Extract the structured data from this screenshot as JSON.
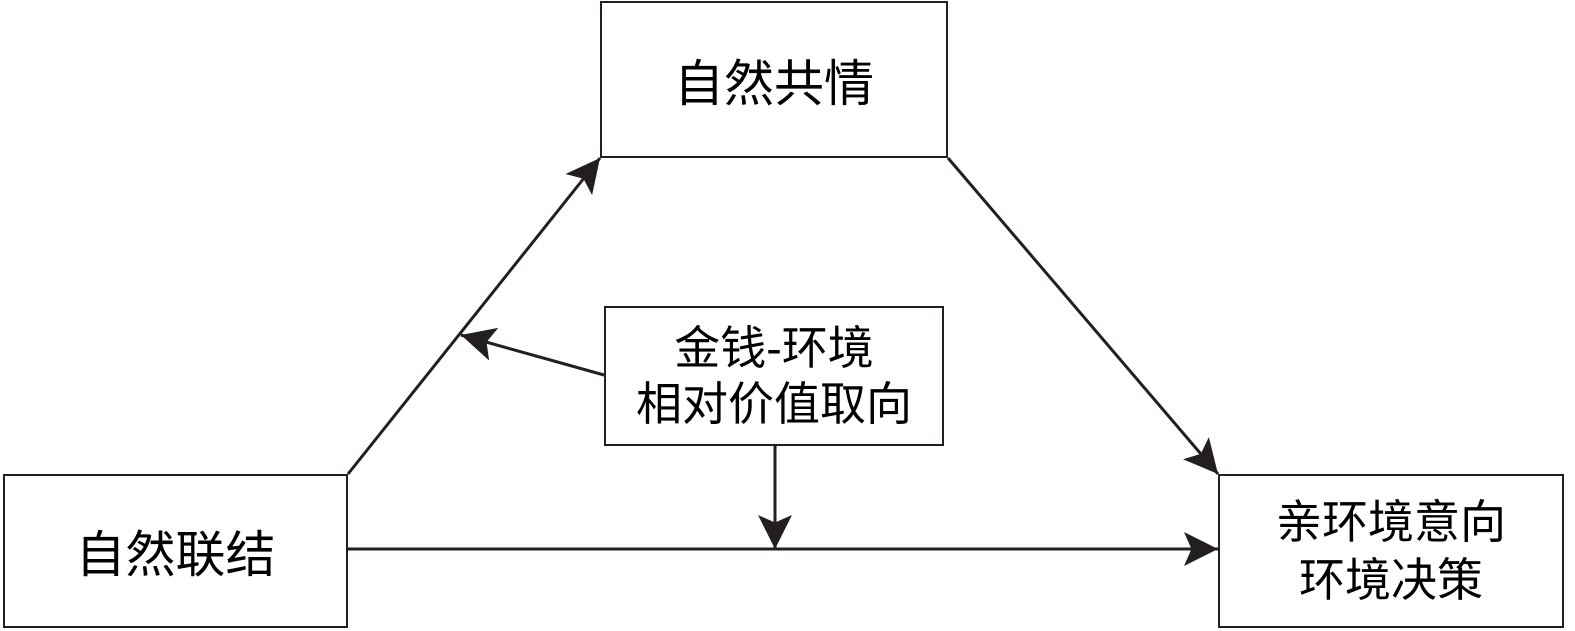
{
  "diagram": {
    "nodes": {
      "empathy": "自然共情",
      "connectedness": "自然联结",
      "moderator": {
        "line1": "金钱-环境",
        "line2": "相对价值取向"
      },
      "outcome": {
        "line1": "亲环境意向",
        "line2": "环境决策"
      }
    },
    "edges": [
      {
        "from": "自然联结",
        "to": "自然共情"
      },
      {
        "from": "自然共情",
        "to": "亲环境意向 环境决策"
      },
      {
        "from": "自然联结",
        "to": "亲环境意向 环境决策"
      },
      {
        "from": "金钱-环境 相对价值取向",
        "to": "自然联结→自然共情"
      },
      {
        "from": "金钱-环境 相对价值取向",
        "to": "自然联结→亲环境意向 环境决策"
      }
    ],
    "colors": {
      "line": "#231f20",
      "box_border": "#231f20",
      "background": "#ffffff"
    }
  }
}
